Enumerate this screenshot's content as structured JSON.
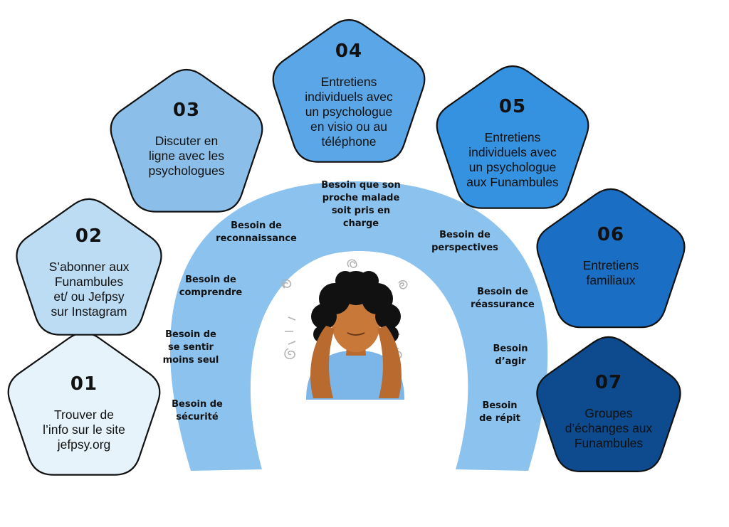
{
  "colors": {
    "arc": "#8cc2ee",
    "pentagon_outline": "#111111",
    "skin": "#b86a2f",
    "hair": "#111111",
    "shirt": "#7cb6e8"
  },
  "steps": [
    {
      "number": "01",
      "label": "Trouver de\nl’info sur le site\njefpsy.org",
      "fill": "#e6f3fb"
    },
    {
      "number": "02",
      "label": "S’abonner aux\nFunambules\net/ ou Jefpsy\nsur Instagram",
      "fill": "#bcdcf4"
    },
    {
      "number": "03",
      "label": "Discuter en\nligne avec les\npsychologues",
      "fill": "#8bbfe9"
    },
    {
      "number": "04",
      "label": "Entretiens\nindividuels avec\nun psychologue\nen visio ou au\ntéléphone",
      "fill": "#5aa6e6"
    },
    {
      "number": "05",
      "label": "Entretiens\nindividuels avec\nun psychologue\naux Funambules",
      "fill": "#3592e0"
    },
    {
      "number": "06",
      "label": "Entretiens\nfamiliaux",
      "fill": "#1a6ec4"
    },
    {
      "number": "07",
      "label": "Groupes\nd’échanges aux\nFunambules",
      "fill": "#0d4a8e"
    }
  ],
  "needs": [
    "Besoin que son\nproche malade\nsoit pris en\ncharge",
    "Besoin de\nreconnaissance",
    "Besoin de\ncomprendre",
    "Besoin de\nse sentir\nmoins seul",
    "Besoin de\nsécurité",
    "Besoin de\nperspectives",
    "Besoin de\nréassurance",
    "Besoin\nd’agir",
    "Besoin\nde répit"
  ],
  "illustration": {
    "subject": "stressed-person-illustration"
  }
}
